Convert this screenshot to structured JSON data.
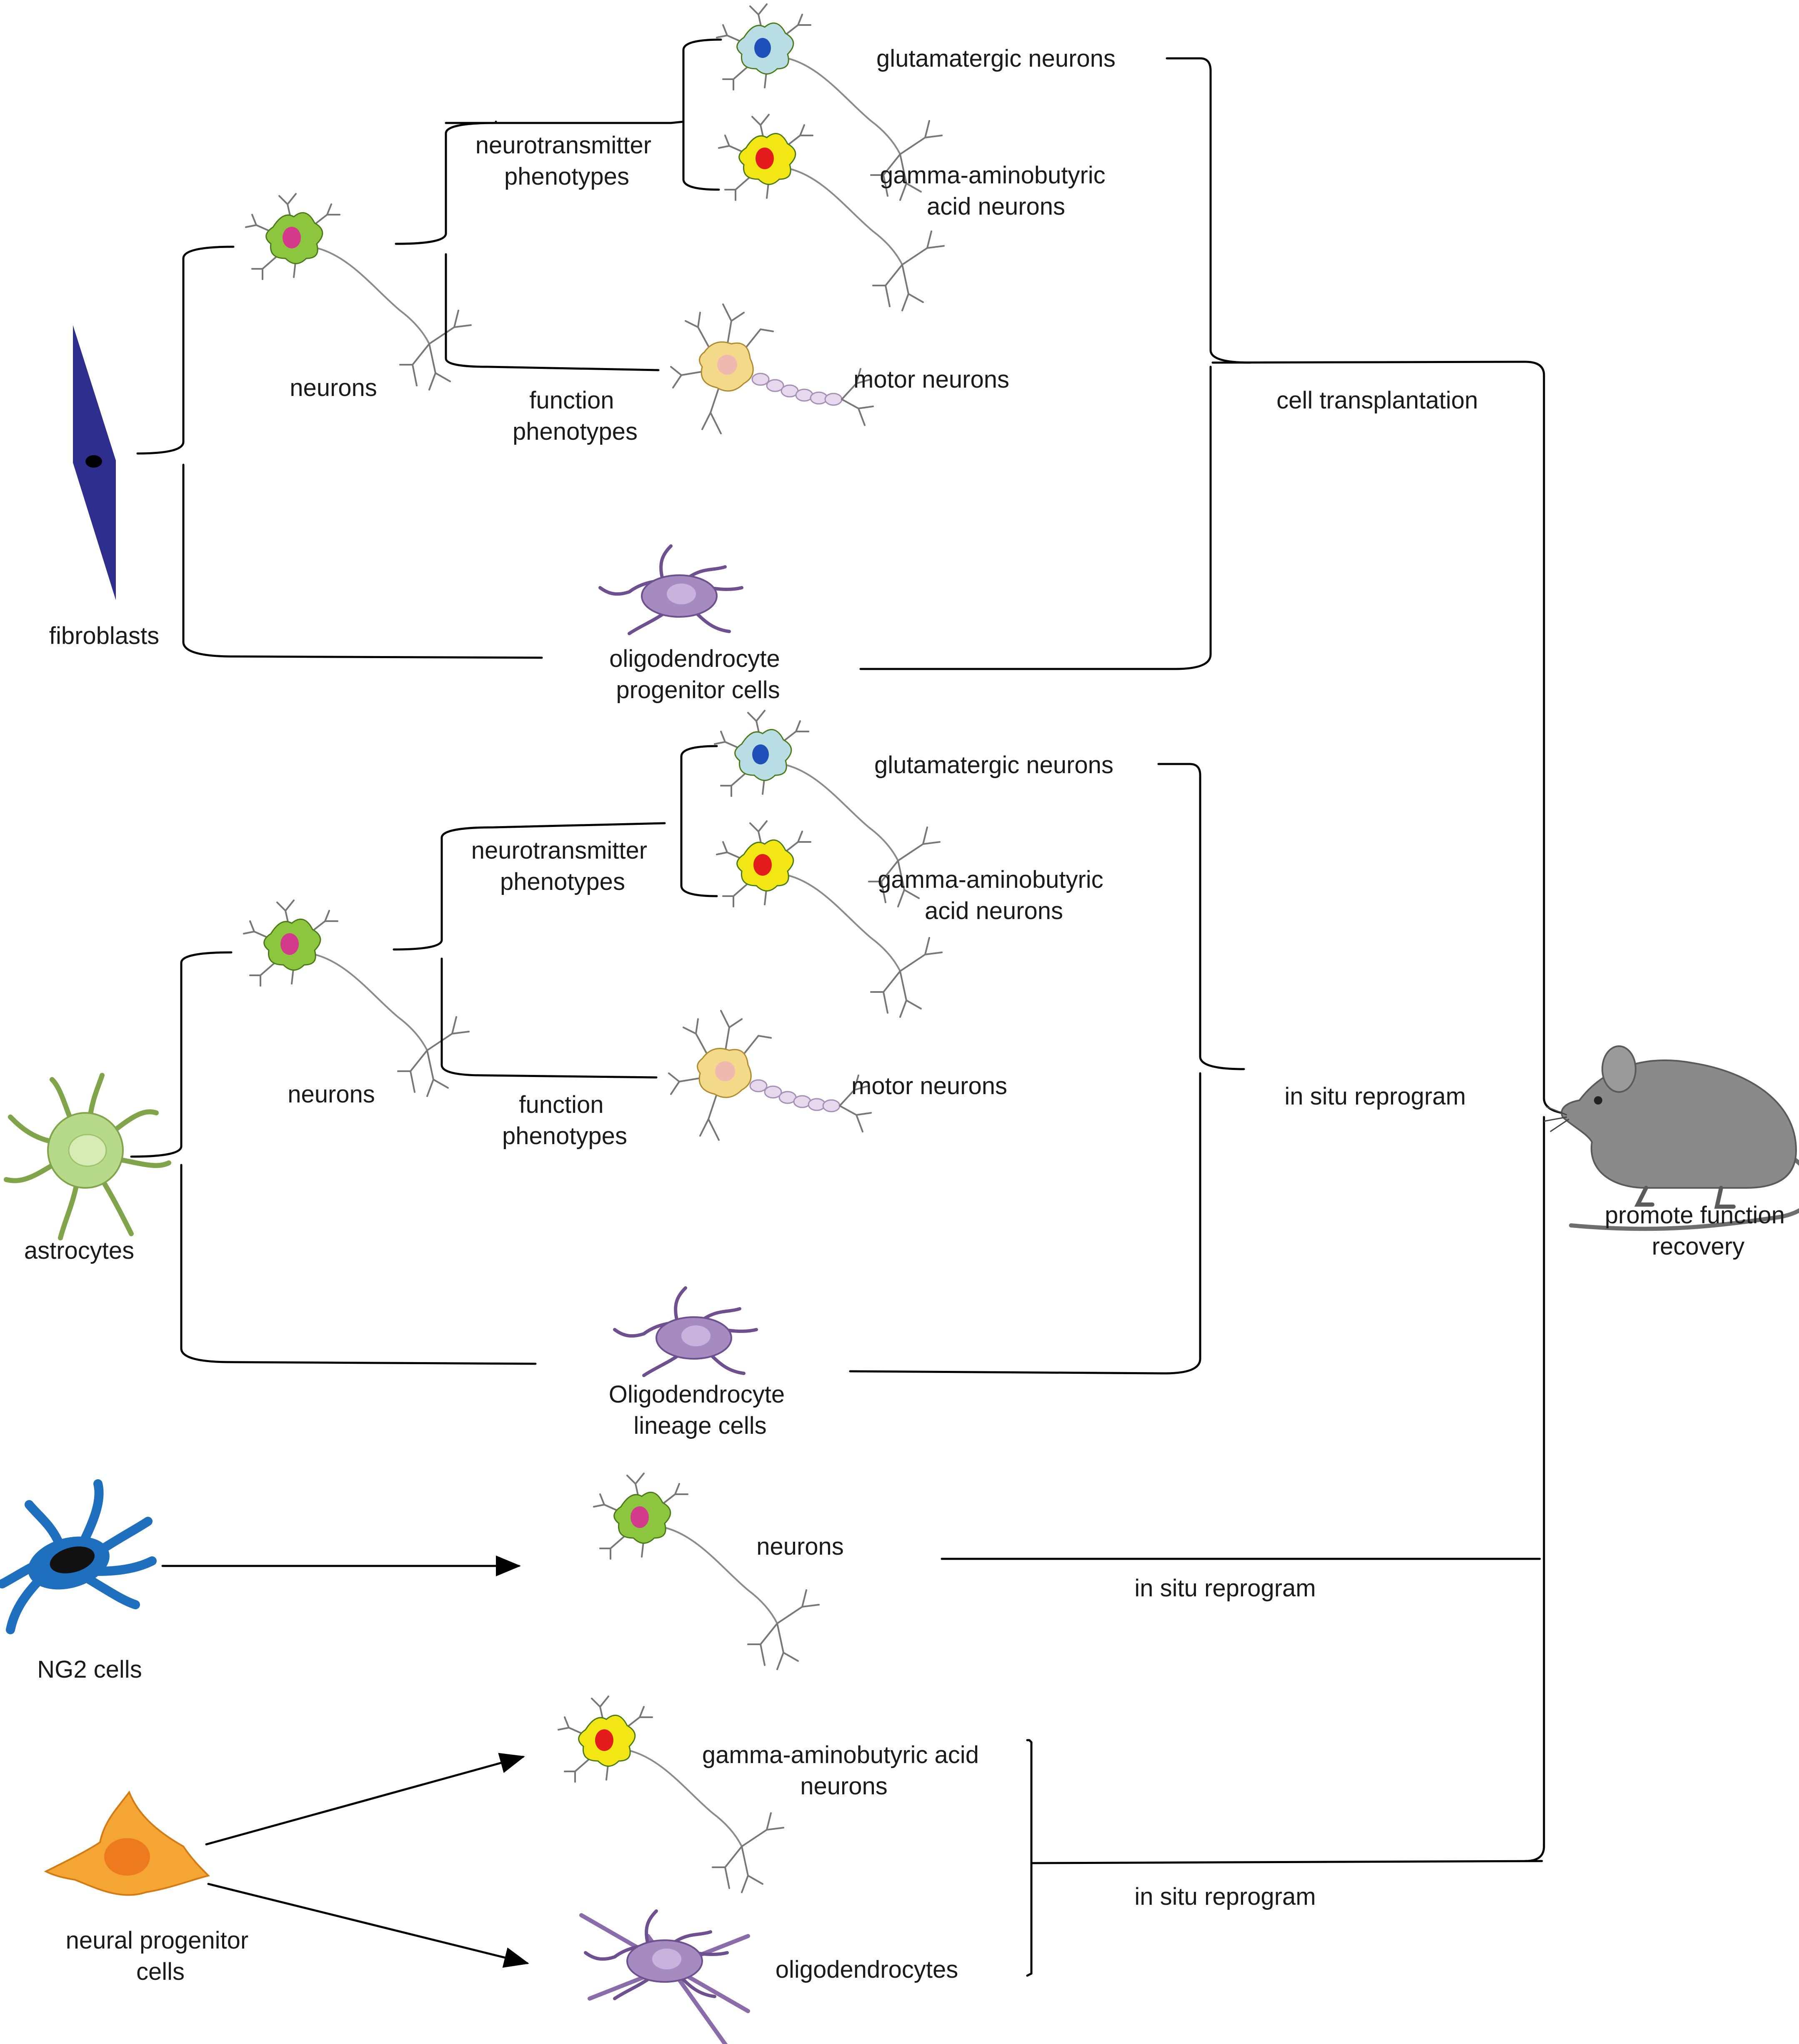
{
  "colors": {
    "fibroblast": "#2e2e8f",
    "neuron_generic": "#8cc63e",
    "neuron_glutamatergic": "#b9dde5",
    "neuron_gaba": "#f2e614",
    "motor_neuron": "#f3d98a",
    "oligodendrocyte": "#a58bbf",
    "astrocyte": "#b7d98a",
    "ng2": "#1f6fbf",
    "neural_progenitor": "#f4a533",
    "mouse": "#8a8a8a"
  },
  "source_cells": {
    "fibroblasts": "fibroblasts",
    "astrocytes": "astrocytes",
    "ng2_cells": "NG2 cells",
    "neural_progenitor_cells": [
      "neural progenitor",
      "cells"
    ]
  },
  "group1": {
    "neurons": "neurons",
    "neurotransmitter_phenotypes": [
      "neurotransmitter",
      "phenotypes"
    ],
    "function_phenotypes": [
      "function",
      "phenotypes"
    ],
    "glutamatergic_neurons": "glutamatergic neurons",
    "gaba_neurons": [
      "gamma-aminobutyric",
      "acid neurons"
    ],
    "motor_neurons": "motor neurons",
    "opc": [
      "oligodendrocyte",
      "progenitor cells"
    ],
    "route": "cell transplantation"
  },
  "group2": {
    "neurons": "neurons",
    "neurotransmitter_phenotypes": [
      "neurotransmitter",
      "phenotypes"
    ],
    "function_phenotypes": [
      "function",
      "phenotypes"
    ],
    "glutamatergic_neurons": "glutamatergic neurons",
    "gaba_neurons": [
      "gamma-aminobutyric",
      "acid neurons"
    ],
    "motor_neurons": "motor neurons",
    "olc": [
      "Oligodendrocyte",
      "lineage cells"
    ],
    "route": "in situ reprogram"
  },
  "group3": {
    "neurons": "neurons",
    "route": "in situ reprogram"
  },
  "group4": {
    "gaba_neurons": [
      "gamma-aminobutyric acid",
      "neurons"
    ],
    "oligodendrocytes": "oligodendrocytes",
    "route": "in situ reprogram"
  },
  "outcome": [
    "promote function",
    "recovery"
  ]
}
